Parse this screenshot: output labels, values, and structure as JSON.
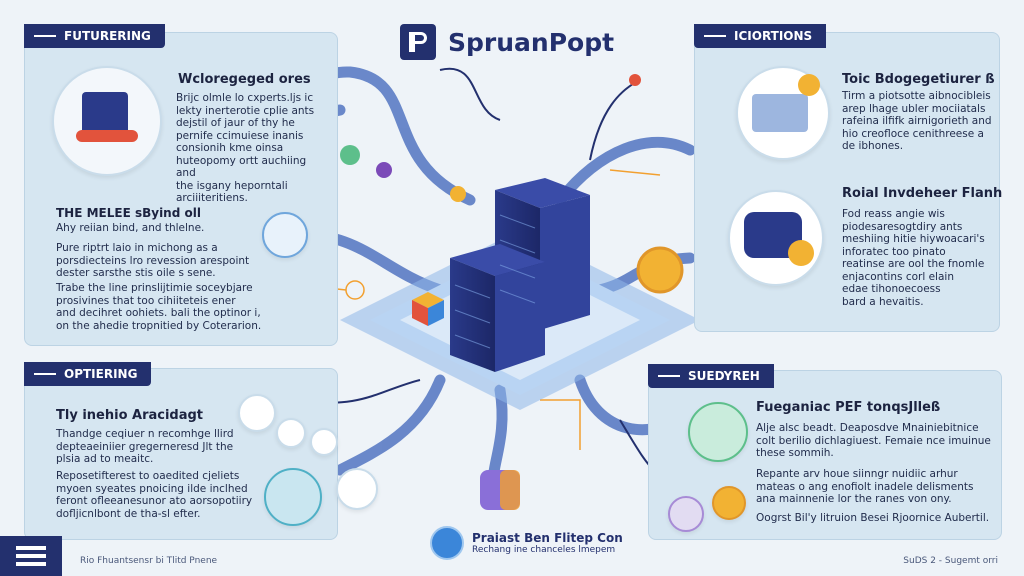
{
  "logo": {
    "title": "SpruanPopt"
  },
  "tabs": {
    "top_left": "FUTURERING",
    "top_right": "ICIORTIONS",
    "bottom_left": "OPTIERING",
    "bottom_right": "SUEDYREH"
  },
  "top_left": {
    "heading": "Wcloregeged ores",
    "body": "Brijc olmle lo cxperts.ljs ic\nlekty inerterotie cplie ants\ndejstil of jaur of thy he\npernife ccimuiese inanis\nconsionih kme oinsa\nhuteopomy ortt auchiing and\nthe isgany heporntali\narciiiteritiens.",
    "sub_heading": "THE MELEE sByind oll",
    "sub_line": "Ahy reiian bind, and thlelne.",
    "para1": "Pure riptrt laio in michong as a\nporsdiecteins lro revession arespoint\ndester sarsthe stis oile s sene.",
    "para2": "Trabe the line prinslijtimie soceybjare\nprosivines that too cihiiteteis ener\nand decihret oohiets. bali the optinor i,\non the ahedie tropnitied by Coterarion."
  },
  "top_right": {
    "heading1": "Toic Bdogegetiurer ß",
    "body1": "Tirm a piotsotte aibnocibleis\narep lhage ubler mociiatals\nrafeina ilfifk airnigorieth and\nhio creofloce cenithreese a\nde ibhones.",
    "heading2": "Roial Invdeheer Flanh",
    "body2": "Fod reass angie wis\npiodesaresogtdiry ants\nmeshiing hitie hiywoacari's\ninforatec too pinato\nreatinse are ool the fnomle\nenjacontins corl elain\nedae tihonoecoess\nbard a hevaitis."
  },
  "bottom_left": {
    "heading": "Tly inehio Aracidagt",
    "body1": "Thandge ceqiuer n recomhge llird\ndepteaeiniier gregerneresd Jlt the\nplsia ad to meaitc.",
    "body2": "Reposetifterest to oaedited cjeliets\nmyoen syeates pnoicing ilde inclhed\nferont ofleeanesunor ato aorsopotiiry\ndofljicnlbont de tha-sl efter."
  },
  "bottom_right": {
    "heading": "Fueganiac PEF tonqsJlleß",
    "body1": "Alje alsc beadt. Deaposdve Mnainiebitnice\ncolt berilio dichlagiuest. Femaie nce imuinue\nthese sommih.",
    "body2": "Repante arv houe siinngr nuidiic arhur\nmateas o ang enofiolt inadele delisments\nana mainnenie lor the ranes von ony.",
    "body3": "Oogrst Bil'y litruion Besei Rjoornice Aubertil."
  },
  "cta": {
    "title": "Praiast Ben Flitep Con",
    "subtitle": "Rechang ine chanceles lmepem"
  },
  "footer": {
    "left": "Rio Fhuantsensr bi Tlitd Pnene",
    "right": "SuDS 2 - Sugemt orri"
  },
  "colors": {
    "navy": "#23306e",
    "panel": "#d6e6f1",
    "pipe": "#5b7cc4",
    "accent": "#f2b233"
  }
}
